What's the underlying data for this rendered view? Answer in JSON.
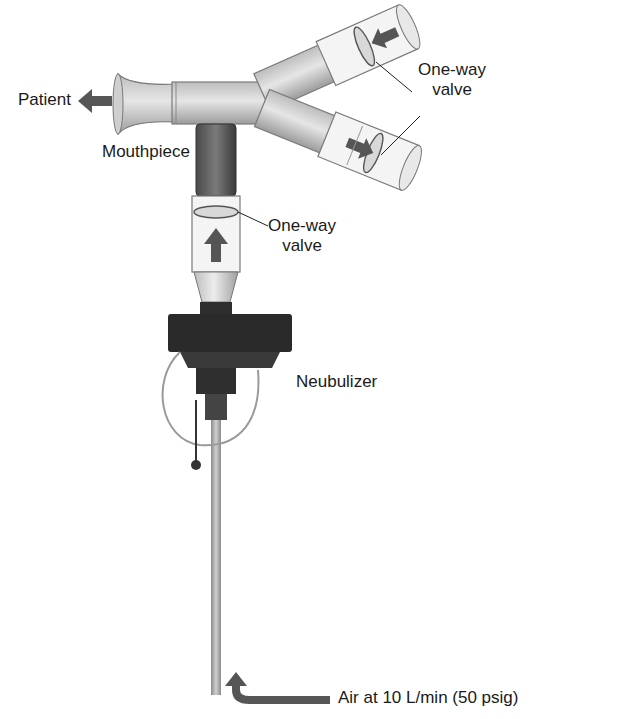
{
  "diagram": {
    "labels": [
      "Patient",
      "Mouthpiece",
      "One-way valve",
      "One-way valve",
      "Neubulizer",
      "Air at 10 L/min (50 psig)"
    ]
  }
}
